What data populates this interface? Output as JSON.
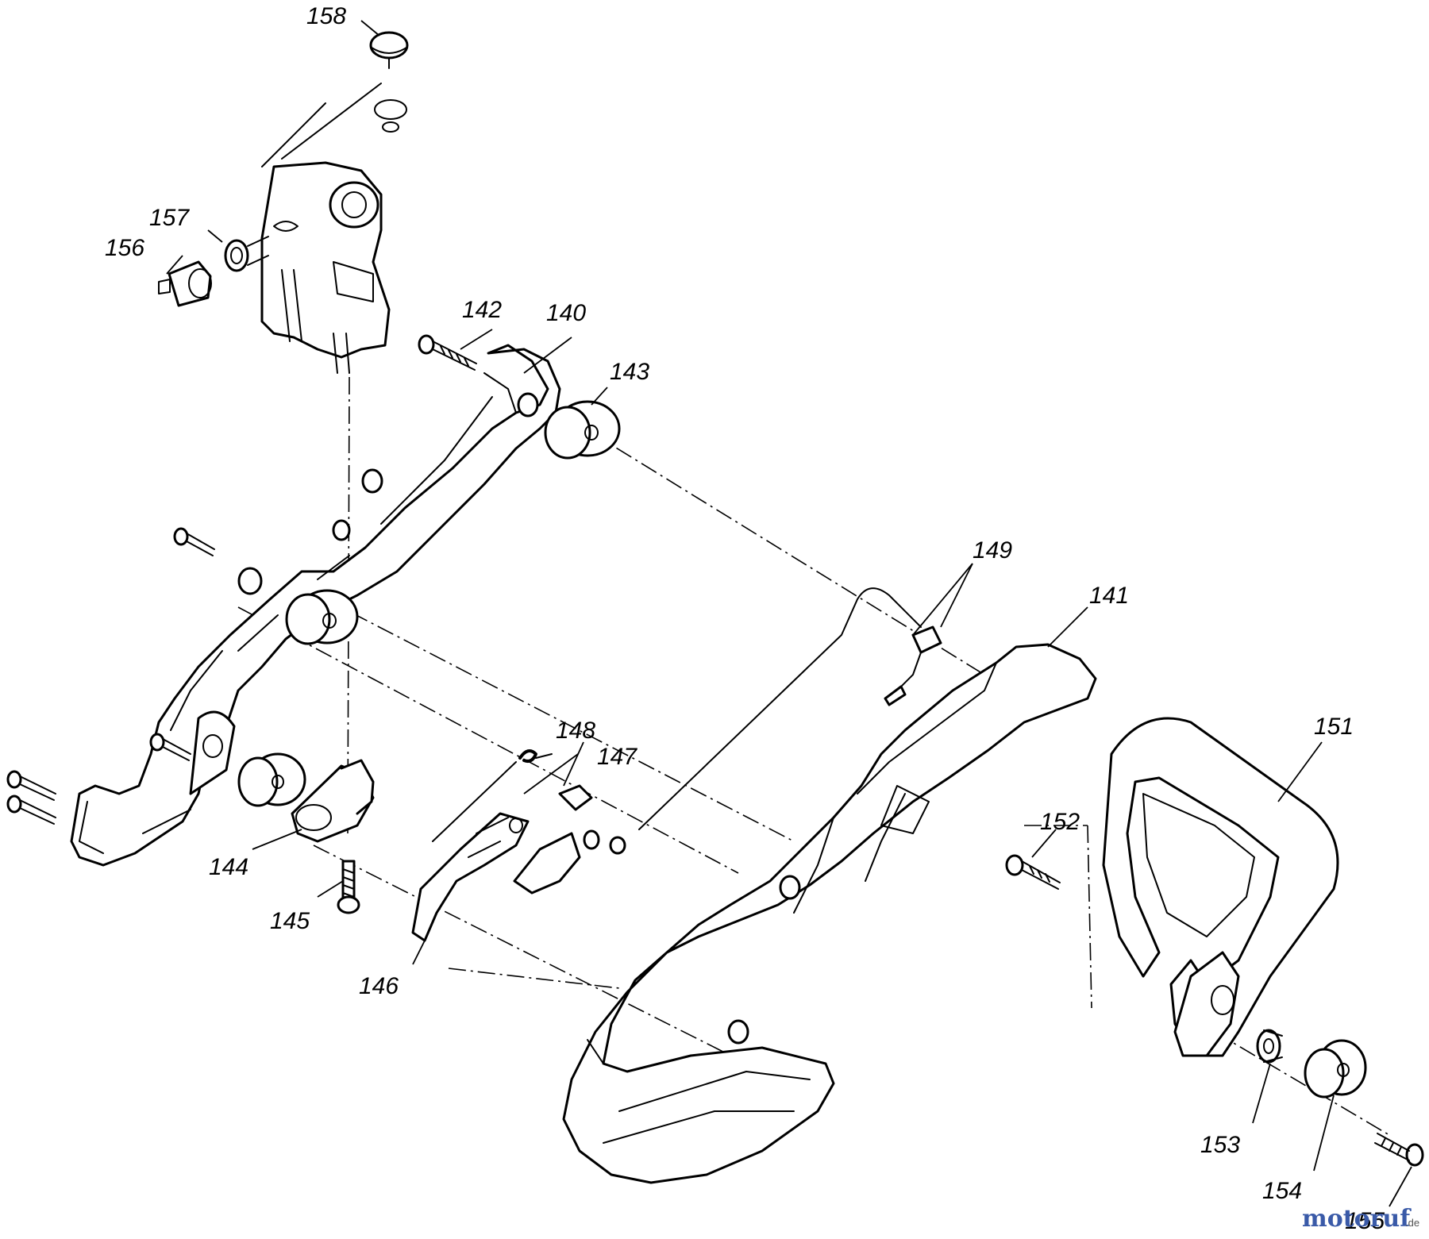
{
  "callouts": {
    "c140": "140",
    "c141": "141",
    "c142": "142",
    "c143": "143",
    "c144": "144",
    "c145": "145",
    "c146": "146",
    "c147": "147",
    "c148": "148",
    "c149": "149",
    "c151": "151",
    "c152": "152",
    "c153": "153",
    "c154": "154",
    "c155": "155",
    "c156": "156",
    "c157": "157",
    "c158": "158"
  },
  "watermark": {
    "brand": "motoruf",
    "suffix": ".de"
  },
  "colors": {
    "line": "#000000",
    "background": "#ffffff",
    "watermark_primary": "#3a5aa8",
    "watermark_accent": "#d9a520"
  }
}
